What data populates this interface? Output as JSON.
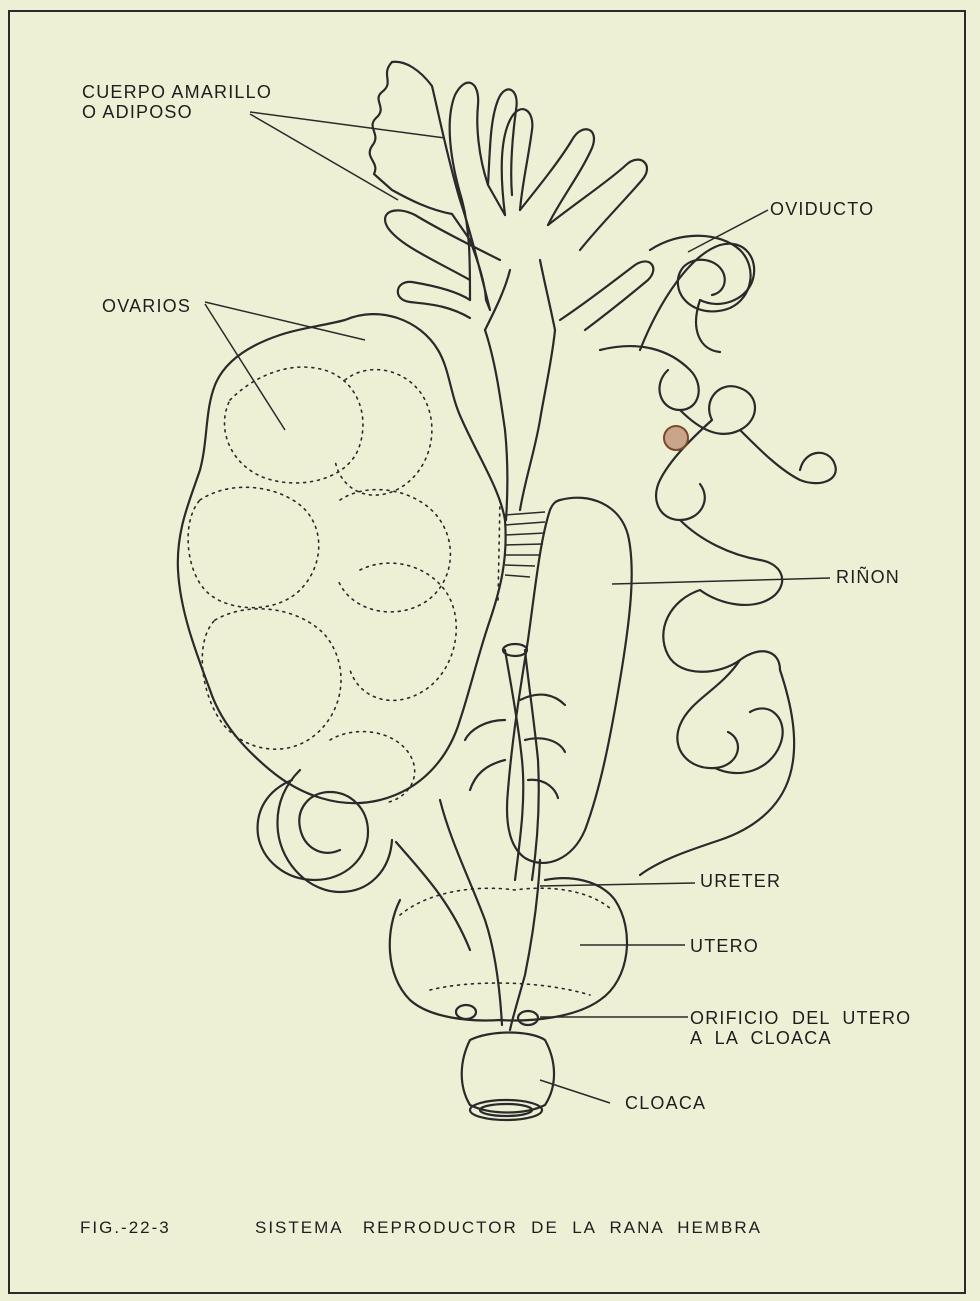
{
  "labels": {
    "fat_body": "CUERPO AMARILLO\nO ADIPOSO",
    "oviduct": "OVIDUCTO",
    "ovaries": "OVARIOS",
    "kidney": "RIÑON",
    "ureter": "URETER",
    "uterus": "UTERO",
    "uterus_orifice": "ORIFICIO  DEL  UTERO\nA  LA  CLOACA",
    "cloaca": "CLOACA"
  },
  "caption": {
    "figure_number": "FIG.-22-3",
    "title": "SISTEMA   REPRODUCTOR  DE  LA  RANA  HEMBRA"
  }
}
